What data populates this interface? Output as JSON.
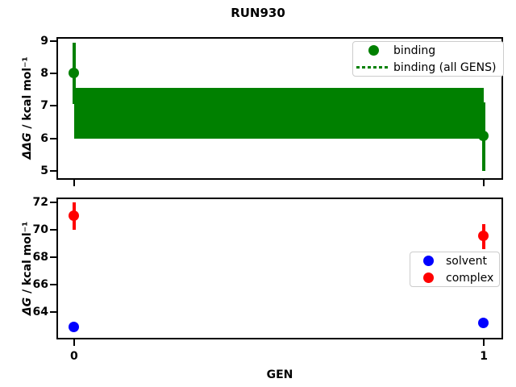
{
  "title": "RUN930",
  "xlabel": "GEN",
  "colors": {
    "binding": "#008000",
    "solvent": "#0000ff",
    "complex": "#ff0000",
    "axis": "#000000",
    "legend_border": "#cccccc"
  },
  "chart_data": [
    {
      "type": "scatter",
      "panel": "binding-free-energy-difference",
      "title": "",
      "ylabel_math": "ΔΔG",
      "ylabel_rest": " / kcal mol⁻¹",
      "xlim": [
        -0.043,
        1.047
      ],
      "ylim": [
        4.73,
        9.12
      ],
      "yticks": [
        9,
        8,
        7,
        6,
        5
      ],
      "xticks": [
        0,
        1
      ],
      "xticklabels": [
        "",
        ""
      ],
      "grid": false,
      "series": [
        {
          "name": "binding",
          "color": "#008000",
          "x": [
            0,
            1
          ],
          "y": [
            8.0,
            6.06
          ],
          "yerr": [
            0.95,
            1.05
          ]
        }
      ],
      "band": {
        "name": "binding (all GENS)",
        "x": [
          0,
          1
        ],
        "lo": 6.0,
        "hi": 7.55,
        "color": "#008000"
      },
      "legend": {
        "position": "upper right",
        "items": [
          {
            "label": "binding",
            "marker": "dot",
            "color": "#008000"
          },
          {
            "label": "binding (all GENS)",
            "marker": "dotted-line",
            "color": "#008000"
          }
        ]
      }
    },
    {
      "type": "scatter",
      "panel": "absolute-free-energies",
      "title": "",
      "ylabel_math": "ΔG",
      "ylabel_rest": " / kcal mol⁻¹",
      "xlim": [
        -0.043,
        1.047
      ],
      "ylim": [
        62.0,
        72.35
      ],
      "yticks": [
        72,
        70,
        68,
        66,
        64
      ],
      "xticks": [
        0,
        1
      ],
      "xticklabels": [
        "0",
        "1"
      ],
      "grid": false,
      "series": [
        {
          "name": "solvent",
          "color": "#0000ff",
          "x": [
            0,
            1
          ],
          "y": [
            62.9,
            63.2
          ],
          "yerr": [
            0.25,
            0.3
          ]
        },
        {
          "name": "complex",
          "color": "#ff0000",
          "x": [
            0,
            1
          ],
          "y": [
            71.0,
            69.5
          ],
          "yerr": [
            1.0,
            0.9
          ]
        }
      ],
      "legend": {
        "position": "center right",
        "items": [
          {
            "label": "solvent",
            "marker": "dot",
            "color": "#0000ff"
          },
          {
            "label": "complex",
            "marker": "dot",
            "color": "#ff0000"
          }
        ]
      }
    }
  ]
}
